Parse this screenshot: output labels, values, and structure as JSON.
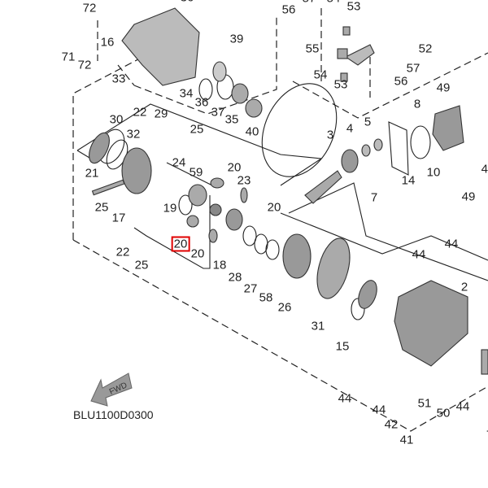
{
  "diagram_code": "BLU1100D0300",
  "fwd_label": "FWD",
  "highlight_color": "#e00000",
  "labels": [
    "72",
    "36",
    "56",
    "57",
    "54",
    "53",
    "16",
    "39",
    "71",
    "72",
    "55",
    "52",
    "33",
    "34",
    "36",
    "37",
    "35",
    "54",
    "53",
    "56",
    "57",
    "49",
    "8",
    "40",
    "3",
    "4",
    "5",
    "30",
    "22",
    "29",
    "32",
    "25",
    "21",
    "24",
    "59",
    "20",
    "23",
    "25",
    "17",
    "19",
    "20",
    "7",
    "14",
    "10",
    "49",
    "49",
    "22",
    "20",
    "20",
    "25",
    "18",
    "28",
    "27",
    "58",
    "26",
    "31",
    "15",
    "44",
    "44",
    "2",
    "44",
    "44",
    "51",
    "50",
    "44",
    "42",
    "41",
    "7"
  ],
  "selected_part": "20"
}
